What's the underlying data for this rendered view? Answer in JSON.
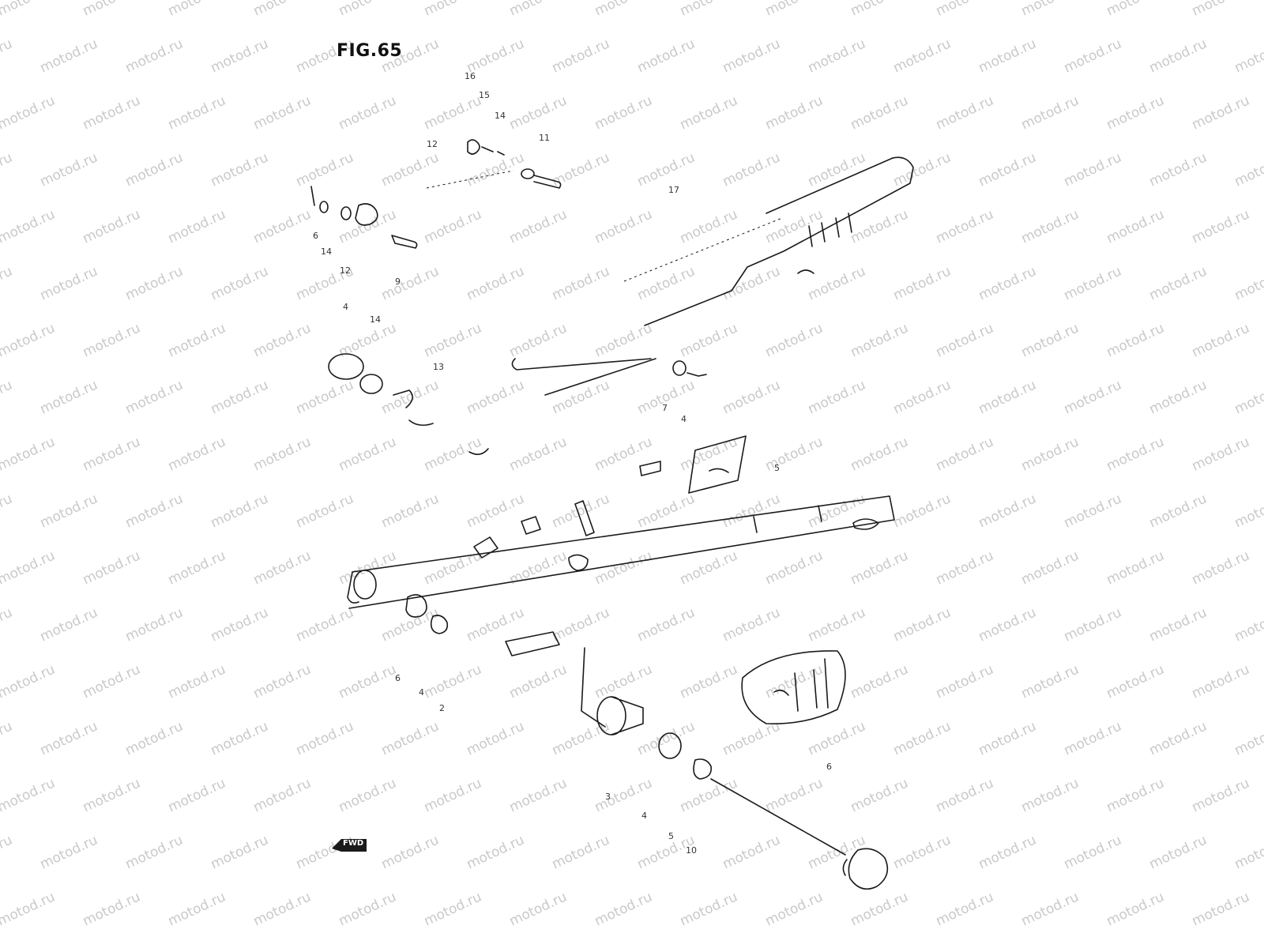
{
  "figure": {
    "title": "FIG.65",
    "direction_label": "FWD"
  },
  "watermark": {
    "text": "motod.ru",
    "color": "#c9c9c9"
  },
  "part_labels": [
    "16",
    "15",
    "14",
    "11",
    "12",
    "17",
    "6",
    "14",
    "12",
    "9",
    "4",
    "14",
    "13",
    "7",
    "4",
    "5",
    "6",
    "4",
    "2",
    "3",
    "4",
    "5",
    "10",
    "6"
  ],
  "colors": {
    "ink": "#1a1a1a",
    "background": "#ffffff"
  }
}
